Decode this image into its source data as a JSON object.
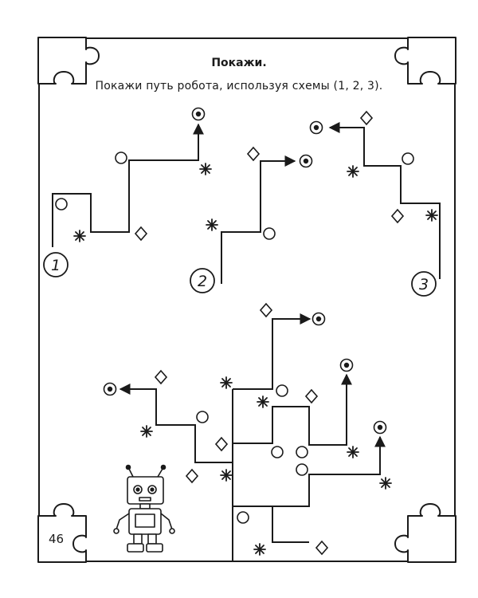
{
  "page": {
    "title": "Покажи.",
    "instruction": "Покажи путь робота, используя схемы (1, 2, 3).",
    "page_number": "46"
  },
  "schemes": [
    {
      "label": "1"
    },
    {
      "label": "2"
    },
    {
      "label": "3"
    }
  ],
  "symbols": {
    "circle": "circle-icon",
    "diamond": "diamond-icon",
    "star": "asterisk-icon",
    "target": "target-icon"
  },
  "colors": {
    "ink": "#1a1a1a",
    "paper": "#ffffff"
  }
}
